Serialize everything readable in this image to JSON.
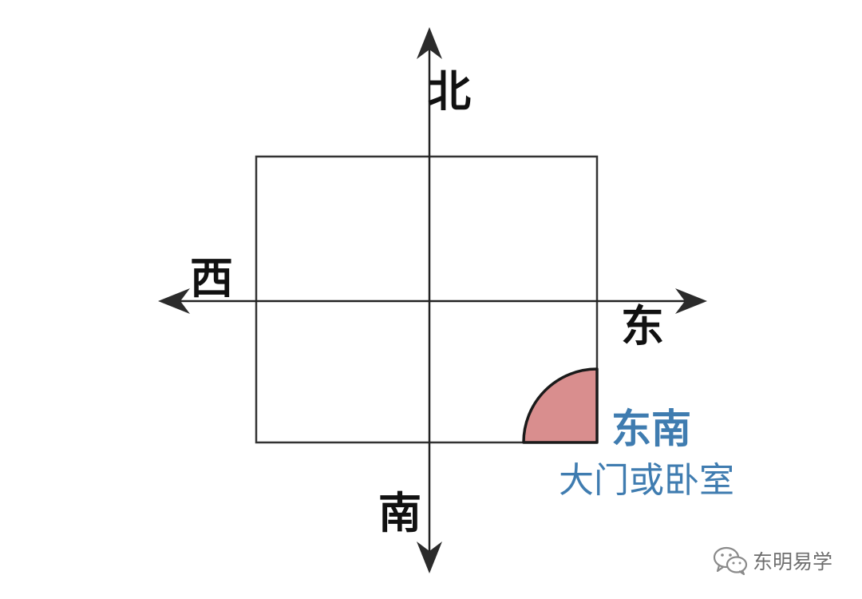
{
  "directions": {
    "north": "北",
    "west": "西",
    "east": "东",
    "south": "南"
  },
  "zone": {
    "title": "东南",
    "note": "大门或卧室",
    "text_color": "#3f7cb0",
    "fill_color": "#d98e8e"
  },
  "colors": {
    "lines": "#222222",
    "labels": "#111111"
  },
  "watermark": {
    "icon": "wechat-icon",
    "text": "东明易学"
  }
}
